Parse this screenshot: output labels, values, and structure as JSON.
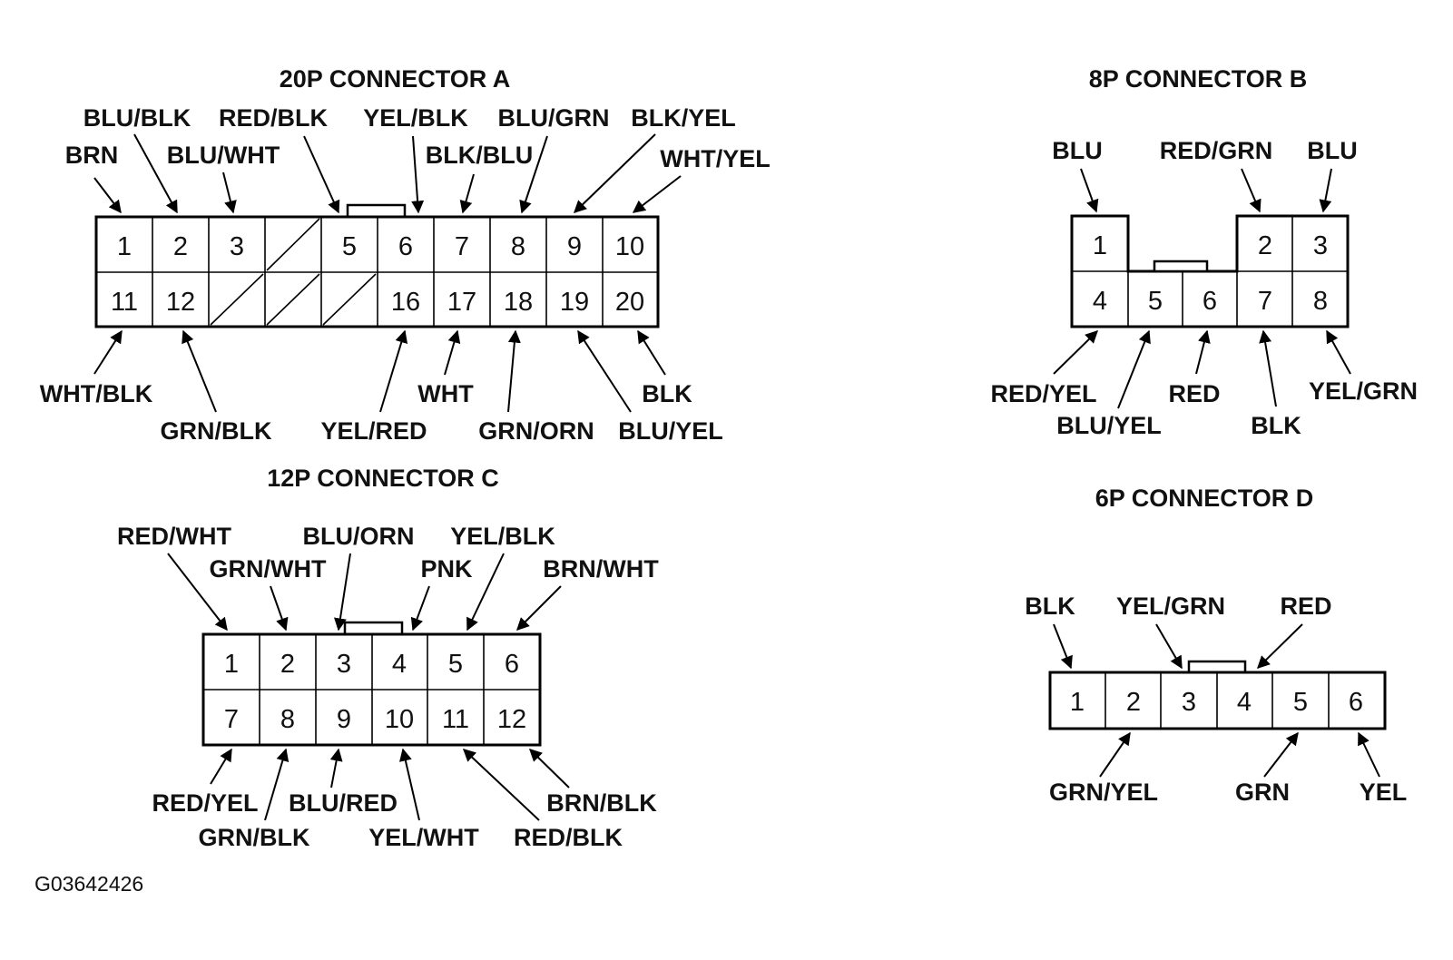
{
  "image_code": "G03642426",
  "connectors": {
    "a": {
      "title": "20P CONNECTOR A",
      "pins": [
        "1",
        "2",
        "3",
        "",
        "5",
        "6",
        "7",
        "8",
        "9",
        "10",
        "11",
        "12",
        "",
        "",
        "",
        "16",
        "17",
        "18",
        "19",
        "20"
      ],
      "wires": [
        {
          "pin": "1",
          "label": "BRN"
        },
        {
          "pin": "2",
          "label": "BLU/BLK"
        },
        {
          "pin": "3",
          "label": "BLU/WHT"
        },
        {
          "pin": "5",
          "label": "RED/BLK"
        },
        {
          "pin": "6",
          "label": "YEL/BLK"
        },
        {
          "pin": "7",
          "label": "BLK/BLU"
        },
        {
          "pin": "8",
          "label": "BLU/GRN"
        },
        {
          "pin": "9",
          "label": "BLK/YEL"
        },
        {
          "pin": "10",
          "label": "WHT/YEL"
        },
        {
          "pin": "11",
          "label": "WHT/BLK"
        },
        {
          "pin": "12",
          "label": "GRN/BLK"
        },
        {
          "pin": "16",
          "label": "YEL/RED"
        },
        {
          "pin": "17",
          "label": "WHT"
        },
        {
          "pin": "18",
          "label": "GRN/ORN"
        },
        {
          "pin": "19",
          "label": "BLU/YEL"
        },
        {
          "pin": "20",
          "label": "BLK"
        }
      ]
    },
    "b": {
      "title": "8P CONNECTOR B",
      "pins": [
        "1",
        "2",
        "3",
        "4",
        "5",
        "6",
        "7",
        "8"
      ],
      "wires": [
        {
          "pin": "1",
          "label": "BLU"
        },
        {
          "pin": "2",
          "label": "RED/GRN"
        },
        {
          "pin": "3",
          "label": "BLU"
        },
        {
          "pin": "4",
          "label": "RED/YEL"
        },
        {
          "pin": "5",
          "label": "BLU/YEL"
        },
        {
          "pin": "6",
          "label": "RED"
        },
        {
          "pin": "7",
          "label": "BLK"
        },
        {
          "pin": "8",
          "label": "YEL/GRN"
        }
      ]
    },
    "c": {
      "title": "12P CONNECTOR C",
      "pins": [
        "1",
        "2",
        "3",
        "4",
        "5",
        "6",
        "7",
        "8",
        "9",
        "10",
        "11",
        "12"
      ],
      "wires": [
        {
          "pin": "1",
          "label": "RED/WHT"
        },
        {
          "pin": "2",
          "label": "GRN/WHT"
        },
        {
          "pin": "3",
          "label": "BLU/ORN"
        },
        {
          "pin": "4",
          "label": "PNK"
        },
        {
          "pin": "5",
          "label": "YEL/BLK"
        },
        {
          "pin": "6",
          "label": "BRN/WHT"
        },
        {
          "pin": "7",
          "label": "RED/YEL"
        },
        {
          "pin": "8",
          "label": "GRN/BLK"
        },
        {
          "pin": "9",
          "label": "BLU/RED"
        },
        {
          "pin": "10",
          "label": "YEL/WHT"
        },
        {
          "pin": "11",
          "label": "RED/BLK"
        },
        {
          "pin": "12",
          "label": "BRN/BLK"
        }
      ]
    },
    "d": {
      "title": "6P CONNECTOR D",
      "pins": [
        "1",
        "2",
        "3",
        "4",
        "5",
        "6"
      ],
      "wires": [
        {
          "pin": "1",
          "label": "BLK"
        },
        {
          "pin": "2",
          "label": "GRN/YEL"
        },
        {
          "pin": "3",
          "label": "YEL/GRN"
        },
        {
          "pin": "4",
          "label": "RED"
        },
        {
          "pin": "5",
          "label": "GRN"
        },
        {
          "pin": "6",
          "label": "YEL"
        }
      ]
    }
  }
}
